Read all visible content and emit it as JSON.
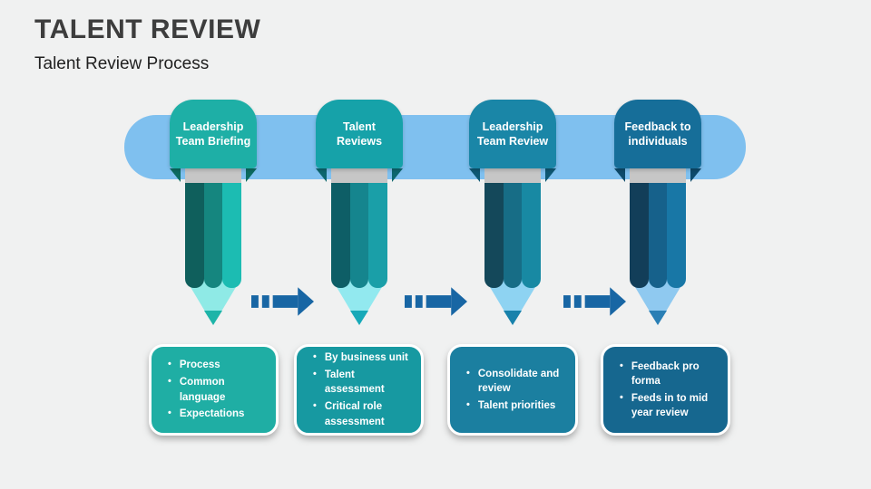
{
  "slide": {
    "title": "TALENT REVIEW",
    "subtitle": "Talent Review Process"
  },
  "timeline": {
    "band_color": "#7FC0EF",
    "arrow_color": "#1866A4"
  },
  "steps": [
    {
      "label": "Leadership Team Briefing",
      "bullets": [
        "Process",
        "Common language",
        "Expectations"
      ],
      "colors": {
        "cap": "#1EAFA6",
        "notch": "#0C6B60",
        "stripes": [
          "#0F5F5C",
          "#15867F",
          "#1CBCB2"
        ],
        "wood": "#8FEAE6",
        "tip": "#1EB4A8",
        "box": "#1FAEA4"
      }
    },
    {
      "label": "Talent Reviews",
      "bullets": [
        "By business unit",
        "Talent assessment",
        "Critical role assessment"
      ],
      "colors": {
        "cap": "#16A2A9",
        "notch": "#0C666E",
        "stripes": [
          "#0E5E66",
          "#15858E",
          "#1A9FA8"
        ],
        "wood": "#92E9EF",
        "tip": "#17A9B8",
        "box": "#1799A1"
      }
    },
    {
      "label": "Leadership Team Review",
      "bullets": [
        "Consolidate and review",
        "Talent priorities"
      ],
      "colors": {
        "cap": "#1A86A7",
        "notch": "#0E5874",
        "stripes": [
          "#14485A",
          "#176D86",
          "#1889A3"
        ],
        "wood": "#8ED3F2",
        "tip": "#1881AB",
        "box": "#1B7FA0"
      }
    },
    {
      "label": "Feedback to individuals",
      "bullets": [
        "Feedback pro forma",
        "Feeds in to mid year review"
      ],
      "colors": {
        "cap": "#166E99",
        "notch": "#0D4A6B",
        "stripes": [
          "#123E59",
          "#16618B",
          "#1877A6"
        ],
        "wood": "#8FC9F0",
        "tip": "#2A7FB5",
        "box": "#16678F"
      }
    }
  ]
}
